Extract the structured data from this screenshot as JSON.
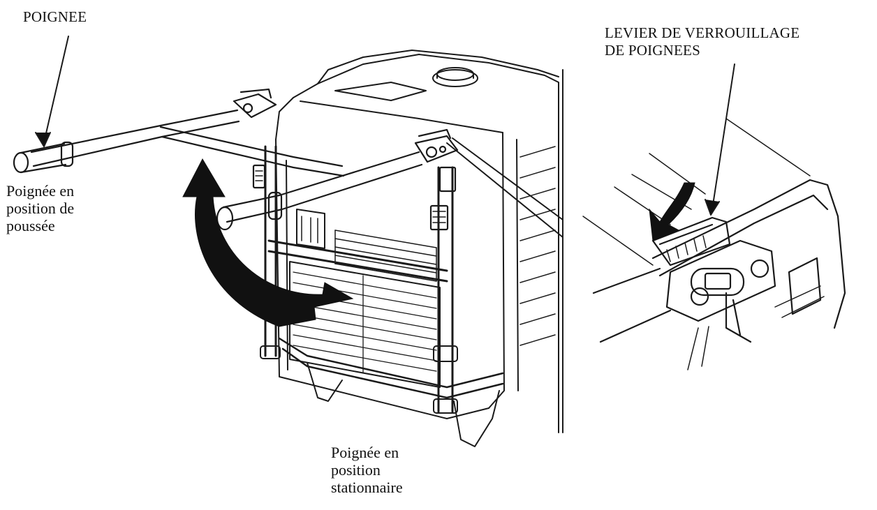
{
  "labels": {
    "handle": "POIGNEE",
    "lock_lever": [
      "LEVIER DE VERROUILLAGE",
      "DE POIGNEES"
    ],
    "push_position": [
      "Poignée en",
      "position de",
      "poussée"
    ],
    "stationary_position": [
      "Poignée en",
      "position",
      "stationnaire"
    ]
  },
  "colors": {
    "ink": "#1a1a1a",
    "fill_dark": "#111111",
    "background": "#ffffff"
  },
  "icons": {
    "rotation_arrow": "curved-arrow-icon",
    "lever_direction_arrow": "curved-arrow-icon"
  }
}
